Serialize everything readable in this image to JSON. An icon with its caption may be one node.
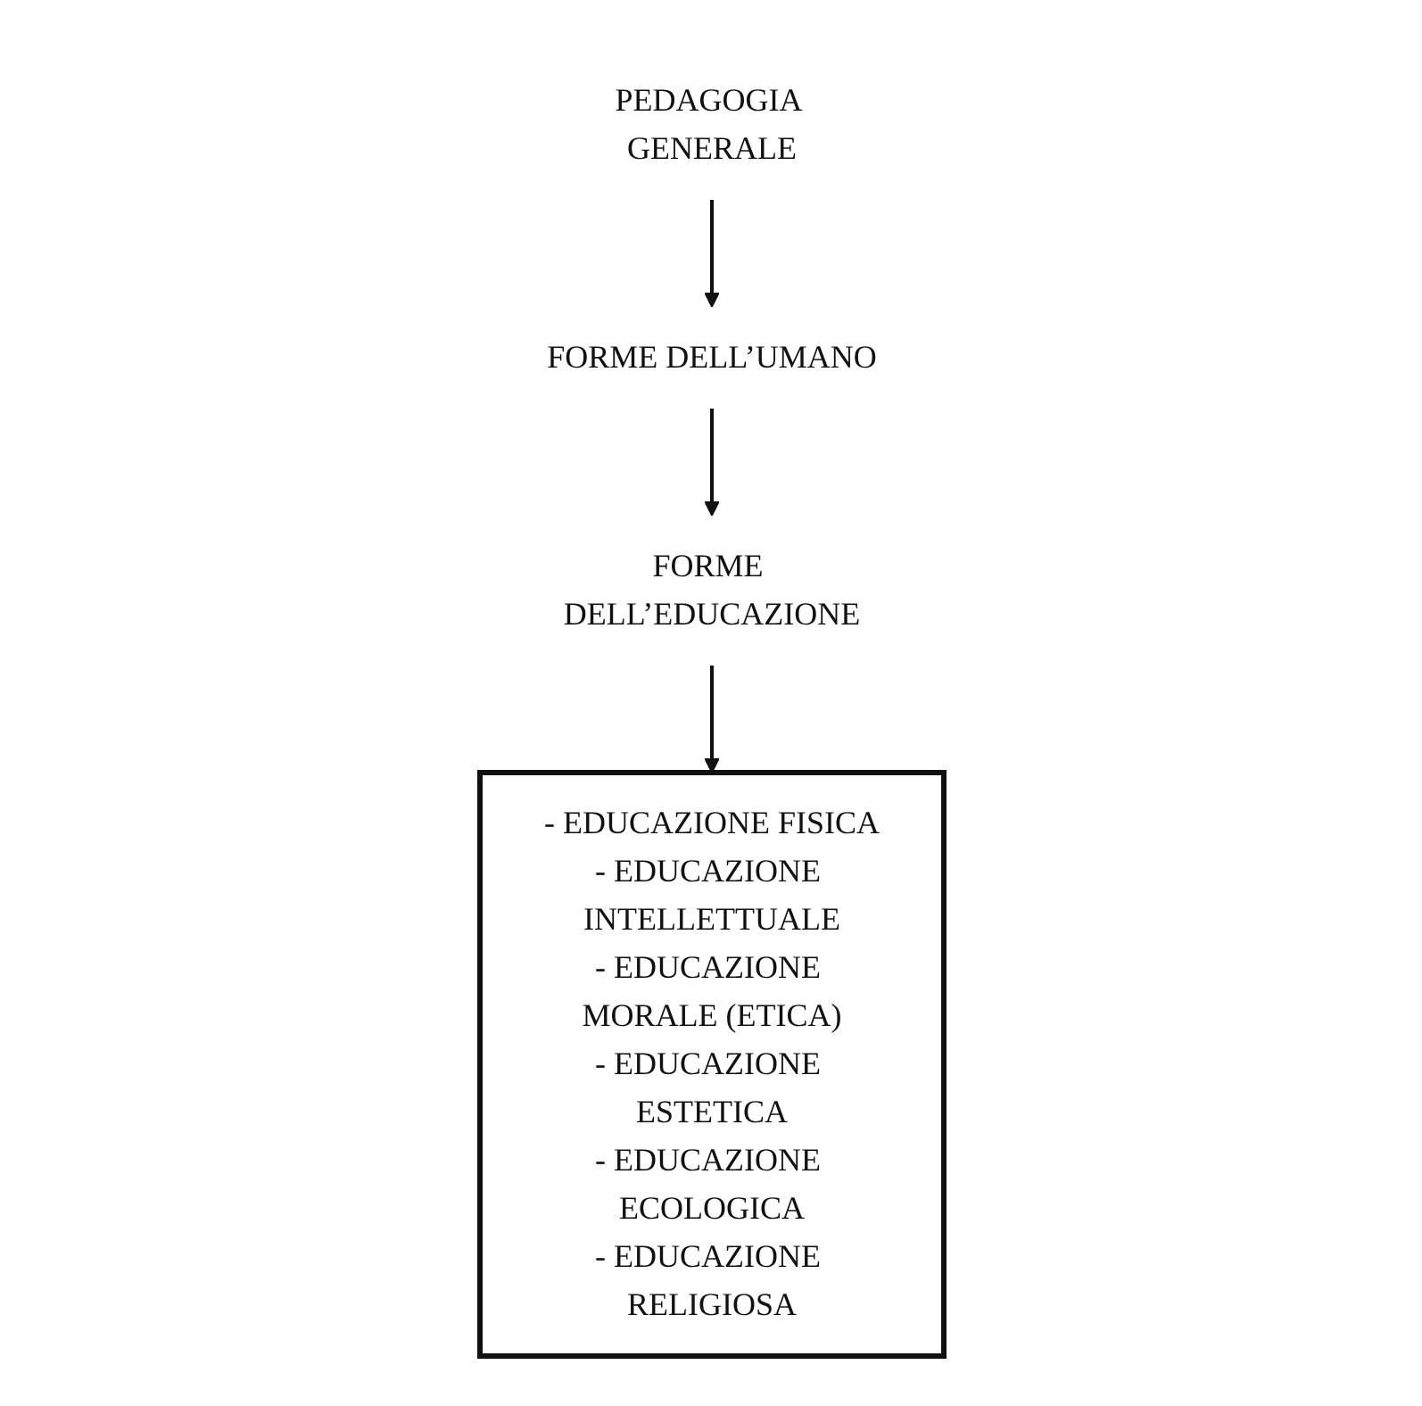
{
  "diagram": {
    "nodes": [
      {
        "text": [
          "PEDAGOGIA GENERALE"
        ]
      },
      {
        "text": [
          "FORME DELL’UMANO"
        ]
      },
      {
        "text": [
          "FORME DELL’EDUCAZIONE"
        ]
      },
      {
        "text": [
          "- EDUCAZIONE FISICA",
          "- EDUCAZIONE INTELLETTUALE",
          "- EDUCAZIONE MORALE (ETICA)",
          "- EDUCAZIONE ESTETICA",
          "- EDUCAZIONE ECOLOGICA",
          "- EDUCAZIONE RELIGIOSA"
        ]
      }
    ],
    "edges": [
      {
        "from": 0,
        "to": 1,
        "arrow": "to"
      },
      {
        "from": 1,
        "to": 2,
        "arrow": "to"
      },
      {
        "from": 2,
        "to": 3,
        "arrow": "to"
      }
    ]
  }
}
